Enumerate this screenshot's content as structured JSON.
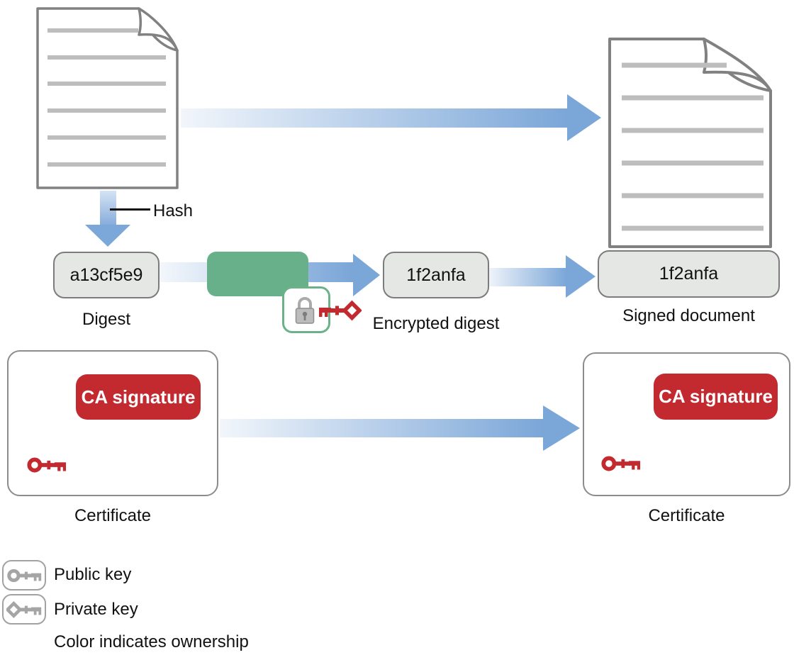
{
  "title": "Digital signature process diagram",
  "colors": {
    "arrow_blue": "#7aa6d8",
    "encrypt_green": "#67b089",
    "ownership_red": "#c22a30",
    "box_fill": "#e5e7e5",
    "box_border": "#7c7c7c"
  },
  "flow": {
    "hash_label": "Hash",
    "digest_value": "a13cf5e9",
    "digest_label": "Digest",
    "encrypted_value": "1f2anfa",
    "encrypted_label": "Encrypted digest",
    "signed_value": "1f2anfa",
    "signed_label": "Signed document"
  },
  "certificates": {
    "left": {
      "badge_label": "CA signature",
      "caption": "Certificate"
    },
    "right": {
      "badge_label": "CA signature",
      "caption": "Certificate"
    }
  },
  "legend": {
    "public_key_label": "Public key",
    "private_key_label": "Private key",
    "note": "Color indicates ownership"
  },
  "icons": {
    "lock": "padlock-icon",
    "public_key": "key-with-ring-bow",
    "private_key": "key-with-diamond-bow"
  }
}
